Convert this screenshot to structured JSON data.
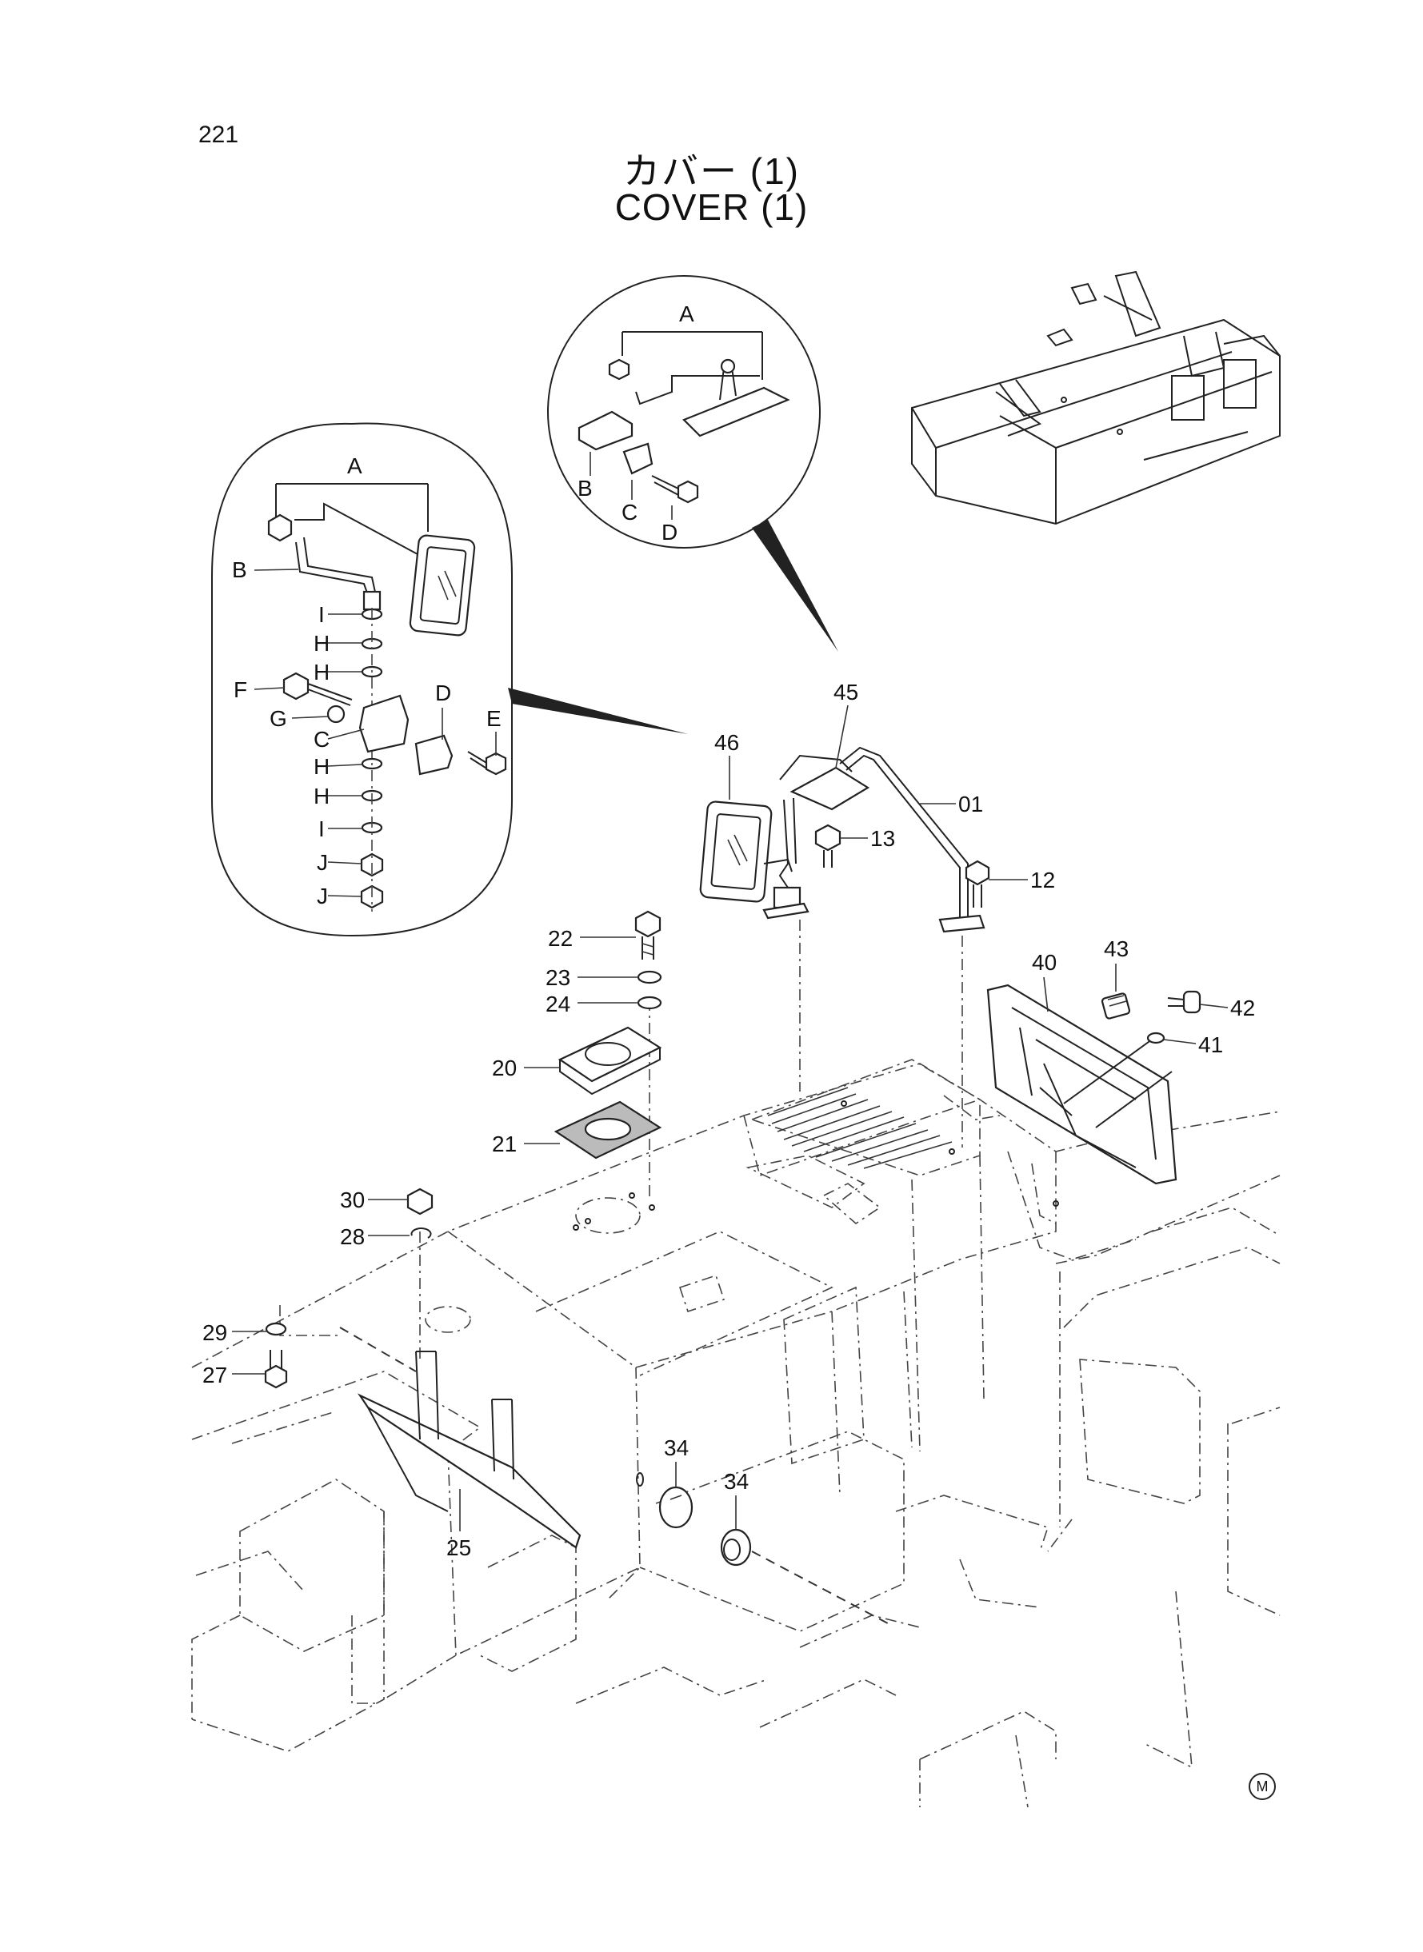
{
  "header": {
    "page_number": "221",
    "title_jp": "カバー (1)",
    "title_en": "COVER (1)"
  },
  "detail_views": {
    "mirror_detail": {
      "letters": [
        "A",
        "B",
        "I",
        "H",
        "H",
        "F",
        "G",
        "C",
        "D",
        "E",
        "H",
        "H",
        "I",
        "J",
        "J"
      ]
    },
    "lamp_detail": {
      "letters": [
        "A",
        "B",
        "C",
        "D"
      ]
    }
  },
  "callouts": [
    "45",
    "46",
    "01",
    "13",
    "12",
    "22",
    "23",
    "24",
    "20",
    "21",
    "40",
    "43",
    "42",
    "41",
    "30",
    "28",
    "29",
    "27",
    "25",
    "34",
    "34"
  ],
  "footer_mark": "M"
}
